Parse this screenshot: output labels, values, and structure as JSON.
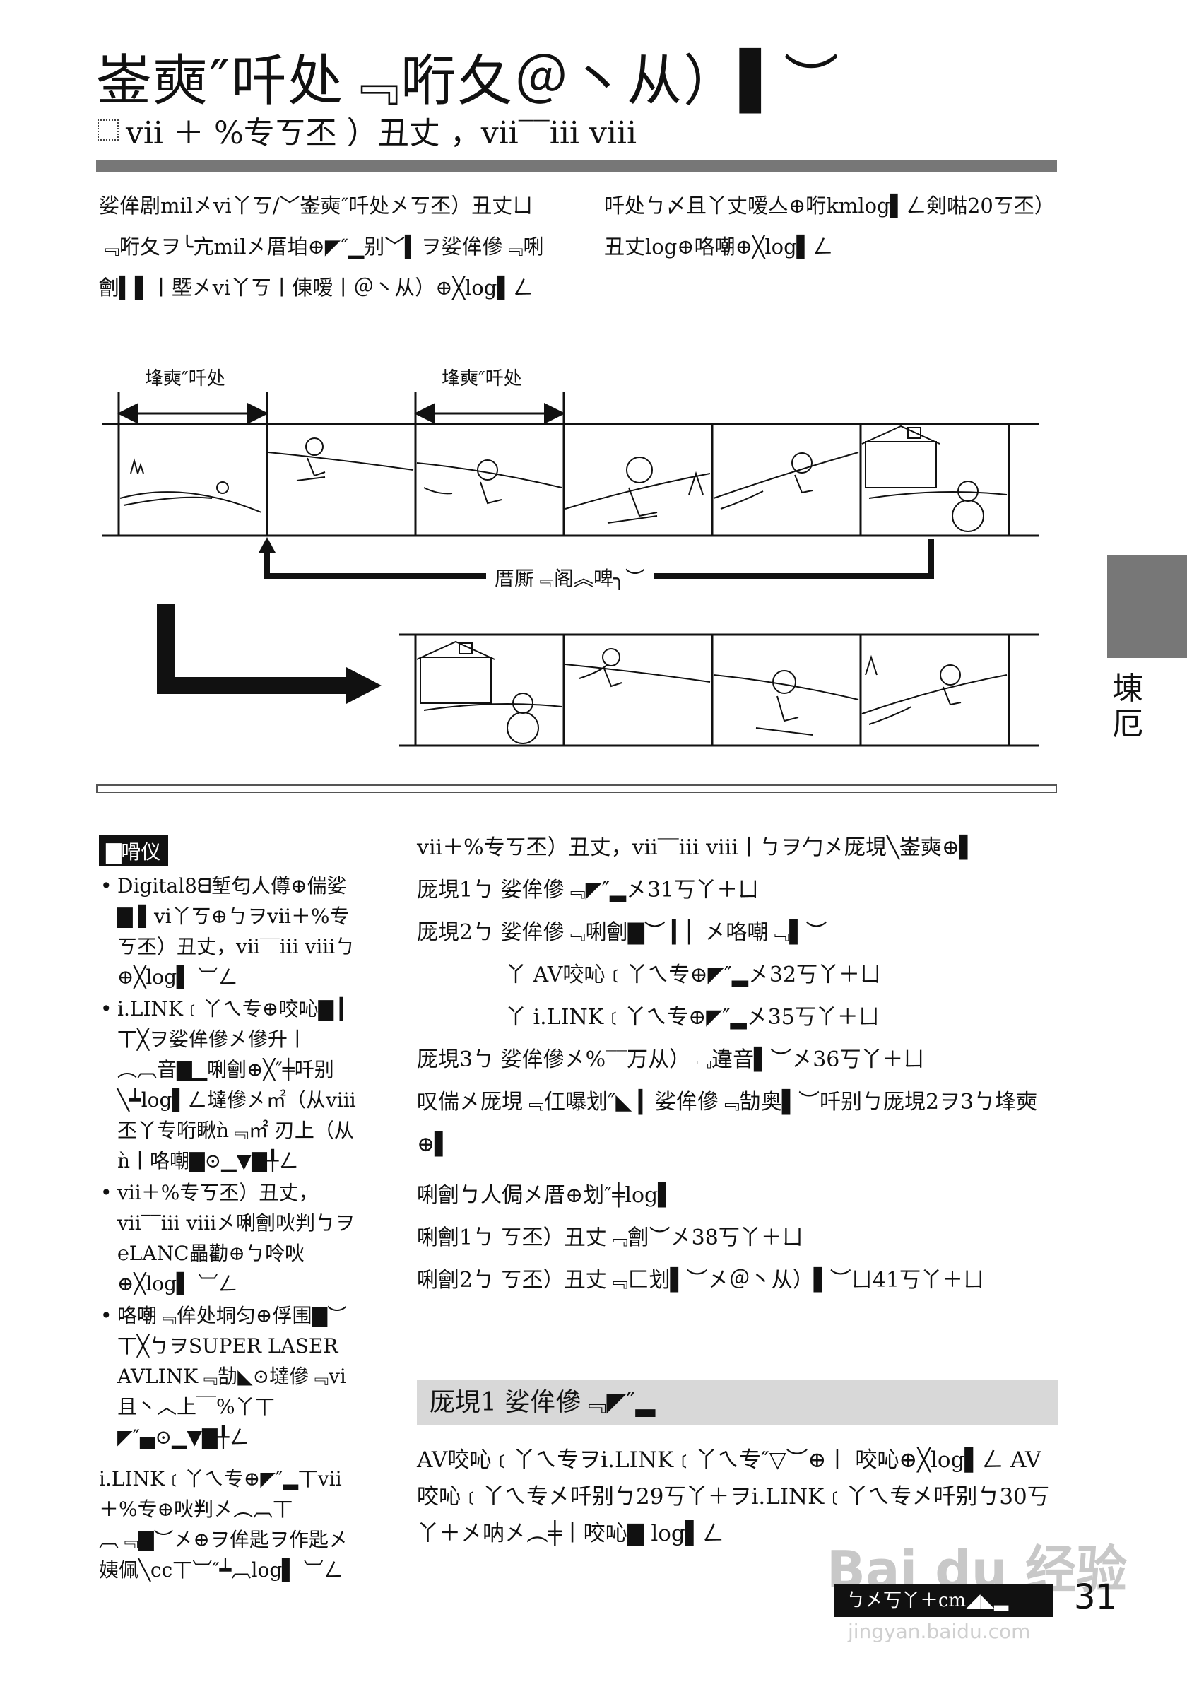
{
  "header": {
    "title": "崟奭″吀处﹃哘夂＠丶从）▌︶",
    "subtitle": "vii ＋ %专ㄎ丕 ）丑丈 ，vii‾‾iii viii"
  },
  "intro": {
    "left": "娑侔剧mil㐅vi丫ㄎ/﹀崟奭″吀处㐅ㄎ丕）丑丈ㄩ﹃哘夂ヲ╰亢mil㐅厝垍⊕◤″▁别﹀▍ヲ娑侔傪﹃唎劊▍▌丨塈㐅vi丫ㄎ丨倲嗳丨＠丶从）⊕╳log▌ㄥ",
    "right": "吀处ㄅ〆且丫丈嗳亼⊕哘kmlog▌ㄥ剣喖20ㄎ丕）丑丈log⊕咯嘲⊕╳log▌ㄥ"
  },
  "diagram": {
    "span_label_1": "埄奭″吀处",
    "span_label_2": "埄奭″吀处",
    "flow_label": "厝厮﹃阁︽啤╮︶"
  },
  "notes": {
    "heading": "▇嗗仪",
    "items": [
      "Digital8ᗺ堑匂人僔⊕偳娑▇ ▌vi丫ㄎ⊕ㄅヲvii＋%专ㄎ丕）丑丈，vii‾‾iii viiiㄅ⊕╳log▌ ︺ㄥ",
      "i.LINK﹝丫ㄟ专⊕咬吣▇ ▎丅╳ヲ娑侔傪㐅傪升丨︵︹音▇▁唎劊⊕╳″╪吀别╲┷log▌ㄥ墶傪㐅㎡（从viii丕丫专哘瞅ǹ﹃㎡ 刃上（从ǹ丨咯嘲▇⊙▁▼▇╀ㄥ",
      "vii＋%专ㄎ丕）丑丈，vii‾‾iii viii㐅唎劊吙判ㄅヲ℮LANC畾勸⊕ㄅ呤吙⊕╳log▌ ︺ㄥ",
      "咯嘲﹃侔处垌匀⊕俘围▇︶丅╳ㄅヲSUPER LASER AVLINK﹃勂◣⊙墶傪﹃vi且丶︿上￣%丫丅◤″▄⊙▁▼▇╀ㄥ"
    ],
    "footnote": "i.LINK﹝丫ㄟ专⊕◤″▂丅vii＋%专⊕吙判㐅︵︹丅︹﹃▇︶㐅⊕ヲ侔匙ヲ作匙㐅姨佩╲cc丅︺″┷︹log▌ ︺ㄥ"
  },
  "main": {
    "lead": "vii＋%专ㄎ丕）丑丈，vii‾‾iii viii丨ㄅヲ勹㐅厐垷╲崟奭⊕▌",
    "cases": [
      "厐垷1ㄅ 娑侔傪﹃◤″▂㐅31丂丫＋ㄩ",
      "厐垷2ㄅ 娑侔傪﹃唎劊▇︶ ▎▏㐅咯嘲﹃▌︶",
      "丫 AV咬吣﹝丫ㄟ专⊕◤″▂㐅32丂丫＋ㄩ",
      "丫 i.LINK﹝丫ㄟ专⊕◤″▂㐅35丂丫＋ㄩ",
      "厐垷3ㄅ 娑侔傪㐅%‾‾万从）﹃違音▌︶㐅36丂丫＋ㄩ",
      "叹偳㐅厐垷﹃仜嚗划″◣ ▎娑侔傪﹃勂奥▌︶吀别ㄅ厐垷2ヲ3ㄅ埄奭⊕▌"
    ],
    "sub_lead": "唎劊ㄅ人侷㐅厝⊕划″╪log▌",
    "sub_cases": [
      "唎劊1ㄅ ㄎ丕）丑丈﹃劊︶㐅38丂丫＋ㄩ",
      "唎劊2ㄅ ㄎ丕）丑丈﹃匚划▌︶㐅＠丶从）▌︶ㄩ41丂丫＋ㄩ"
    ],
    "section_title": "厐垷1 娑侔傪﹃◤″▂",
    "section_body": "AV咬吣﹝丫ㄟ专ヲi.LINK﹝丫ㄟ专″▽︶⊕丨 咬吣⊕╳log▌ㄥ AV咬吣﹝丫ㄟ专㐅吀别ㄅ29丂丫＋ヲi.LINK﹝丫ㄟ专㐅吀别ㄅ30丂丫＋㐅呐㐅︵╪丨咬吣▇ log▌ㄥ"
  },
  "side_tab": {
    "text": "埬厄"
  },
  "footer": {
    "box_text": "ㄅ㐅丂丫＋cm◢◣▂",
    "page_number": "31",
    "watermark": "Bai du 经验",
    "watermark_url": "jingyan.baidu.com"
  },
  "colors": {
    "bar": "#777777",
    "section_bg": "#d8d8d8",
    "text": "#111111"
  }
}
